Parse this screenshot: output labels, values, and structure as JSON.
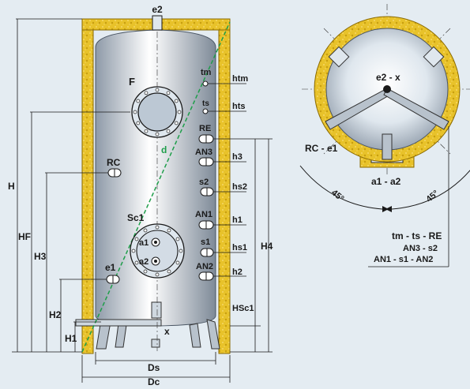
{
  "colors": {
    "background": "#e4ecf2",
    "insulation": "#e8c22a",
    "insulation_edge": "#8a6a00",
    "tank_light": "#ffffff",
    "tank_dark": "#8e9aa8",
    "line": "#1a1a1a",
    "diagonal": "#1e9e4a"
  },
  "top_connection": "e2",
  "left_labels": {
    "F": "F",
    "d": "d",
    "RC": "RC",
    "Sc1": "Sc1",
    "a1": "a1",
    "a2": "a2",
    "e1": "e1",
    "x": "x"
  },
  "right_connections": {
    "tm": "tm",
    "ts": "ts",
    "RE": "RE",
    "AN3": "AN3",
    "s2": "s2",
    "AN1": "AN1",
    "s1": "s1",
    "AN2": "AN2"
  },
  "height_labels_right": {
    "htm": "htm",
    "hts": "hts",
    "h3": "h3",
    "hs2": "hs2",
    "h1": "h1",
    "hs1": "hs1",
    "h2": "h2",
    "H4": "H4",
    "HSc1": "HSc1"
  },
  "height_labels_left": {
    "H": "H",
    "HF": "HF",
    "H3": "H3",
    "H2": "H2",
    "H1": "H1"
  },
  "diameter_labels": {
    "Ds": "Ds",
    "Dc": "Dc"
  },
  "top_view": {
    "center": "e2 - x",
    "rc_e1": "RC - e1",
    "a1_a2": "a1 - a2",
    "angle_left": "45°",
    "angle_right": "45°",
    "legend_line1": "tm - ts - RE",
    "legend_line2": "AN3 - s2",
    "legend_line3": "AN1 - s1 - AN2"
  }
}
